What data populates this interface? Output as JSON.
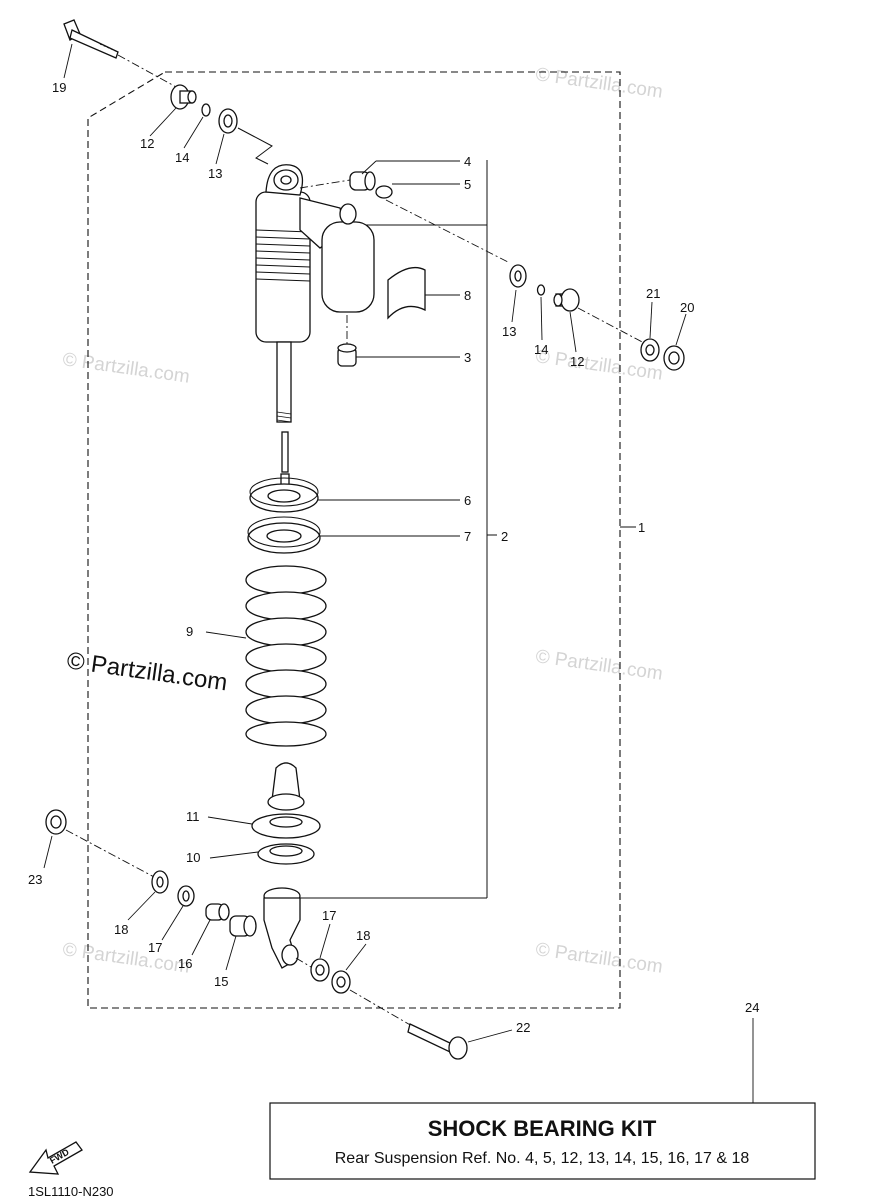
{
  "watermarks": {
    "small": "© Partzilla.com",
    "big": "© Partzilla.com"
  },
  "callouts": [
    {
      "id": "c19",
      "text": "19"
    },
    {
      "id": "c12a",
      "text": "12"
    },
    {
      "id": "c14a",
      "text": "14"
    },
    {
      "id": "c13a",
      "text": "13"
    },
    {
      "id": "c4",
      "text": "4"
    },
    {
      "id": "c5",
      "text": "5"
    },
    {
      "id": "c8",
      "text": "8"
    },
    {
      "id": "c3",
      "text": "3"
    },
    {
      "id": "c13b",
      "text": "13"
    },
    {
      "id": "c14b",
      "text": "14"
    },
    {
      "id": "c12b",
      "text": "12"
    },
    {
      "id": "c21",
      "text": "21"
    },
    {
      "id": "c20",
      "text": "20"
    },
    {
      "id": "c6",
      "text": "6"
    },
    {
      "id": "c7",
      "text": "7"
    },
    {
      "id": "c2",
      "text": "2"
    },
    {
      "id": "c1",
      "text": "1"
    },
    {
      "id": "c9",
      "text": "9"
    },
    {
      "id": "c11",
      "text": "11"
    },
    {
      "id": "c10",
      "text": "10"
    },
    {
      "id": "c23",
      "text": "23"
    },
    {
      "id": "c18a",
      "text": "18"
    },
    {
      "id": "c17a",
      "text": "17"
    },
    {
      "id": "c16",
      "text": "16"
    },
    {
      "id": "c15",
      "text": "15"
    },
    {
      "id": "c17b",
      "text": "17"
    },
    {
      "id": "c18b",
      "text": "18"
    },
    {
      "id": "c22",
      "text": "22"
    },
    {
      "id": "c24",
      "text": "24"
    }
  ],
  "kit": {
    "title": "SHOCK BEARING KIT",
    "subtitle": "Rear Suspension Ref. No. 4, 5, 12, 13, 14, 15, 16, 17 & 18"
  },
  "fwd_label": "FWD",
  "diagram_code": "1SL1110-N230"
}
